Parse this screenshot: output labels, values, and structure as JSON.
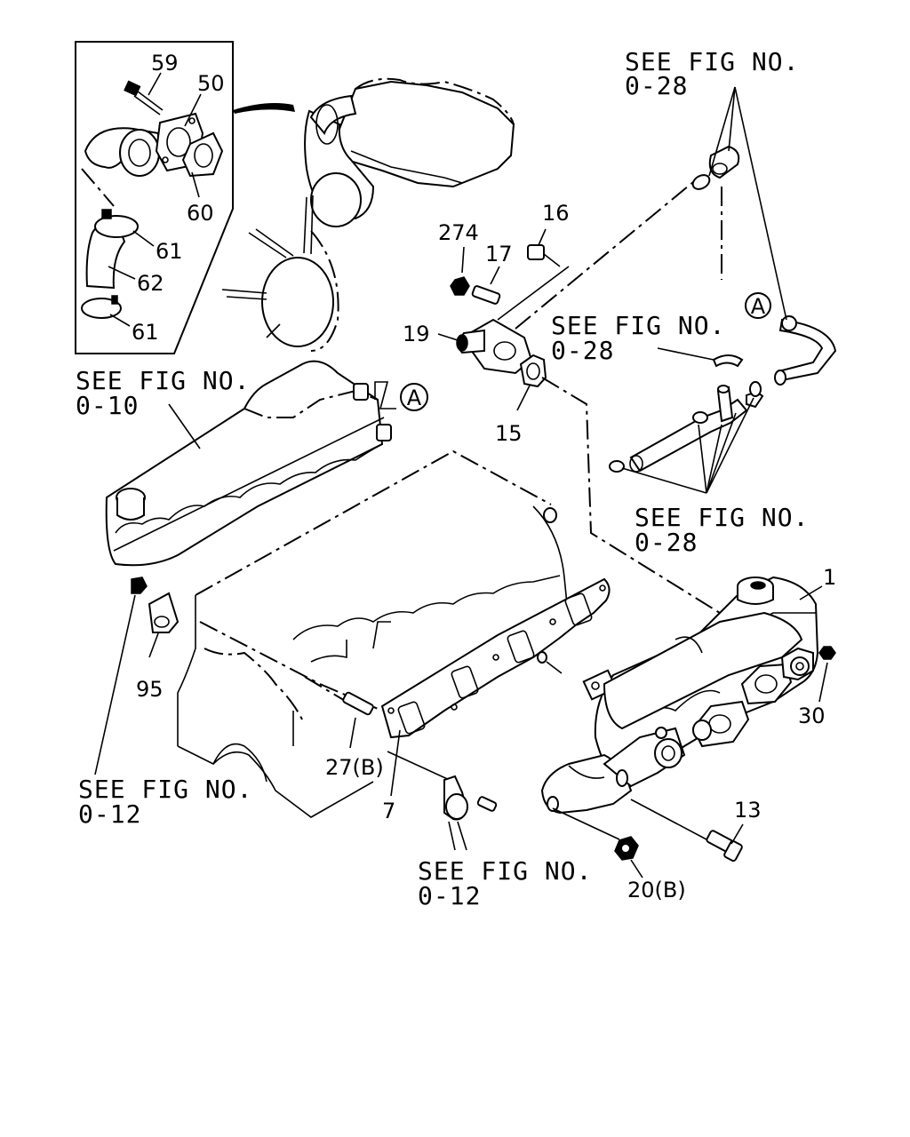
{
  "see_fig": {
    "top_right": [
      "SEE FIG NO.",
      "0-28"
    ],
    "middle": [
      "SEE FIG NO.",
      "0-28"
    ],
    "valve_cover": [
      "SEE FIG NO.",
      "0-10"
    ],
    "right_hoses": [
      "SEE FIG NO.",
      "0-28"
    ],
    "lower_left": [
      "SEE FIG NO.",
      "0-12"
    ],
    "bottom": [
      "SEE FIG NO.",
      "0-12"
    ]
  },
  "callouts": {
    "c59": "59",
    "c50": "50",
    "c60": "60",
    "c61a": "61",
    "c62": "62",
    "c61b": "61",
    "c16": "16",
    "c274": "274",
    "c17": "17",
    "c19": "19",
    "c15": "15",
    "c1": "1",
    "c30": "30",
    "c95": "95",
    "c27b": "27(B)",
    "c7": "7",
    "c13": "13",
    "c20b": "20(B)"
  },
  "refs": {
    "a_top": "A",
    "a_cover": "A"
  }
}
